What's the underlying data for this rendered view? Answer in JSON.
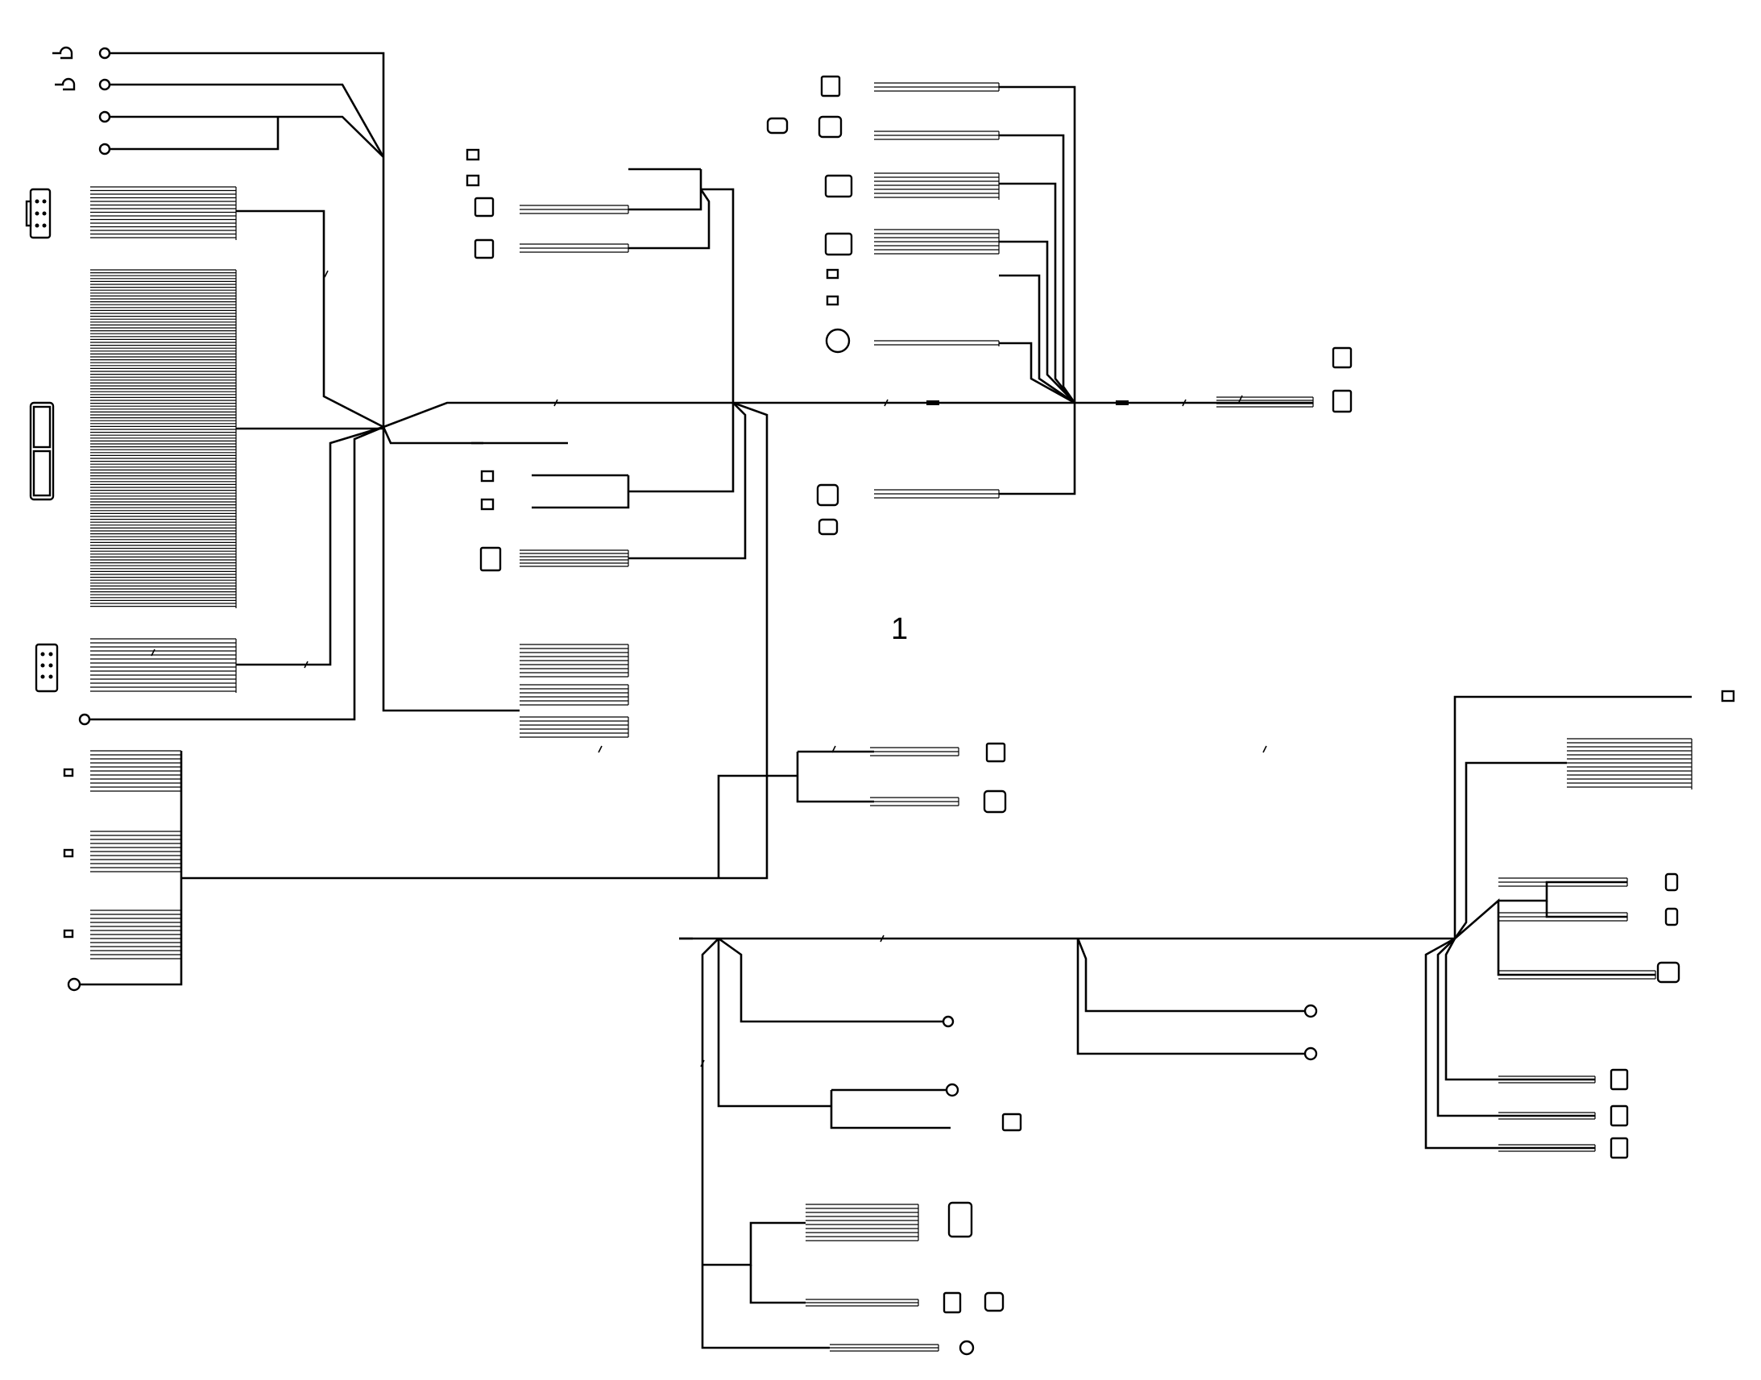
{
  "diagram": {
    "reference_number": "1",
    "colors": {
      "wire": "#000000",
      "background": "#ffffff"
    },
    "components": [
      "ring-terminal",
      "ring-terminal-with-boot",
      "multi-pin-connector",
      "ecu-connector",
      "two-pin-connector",
      "blade-terminal",
      "round-connector",
      "sensor-connector",
      "splice"
    ]
  }
}
